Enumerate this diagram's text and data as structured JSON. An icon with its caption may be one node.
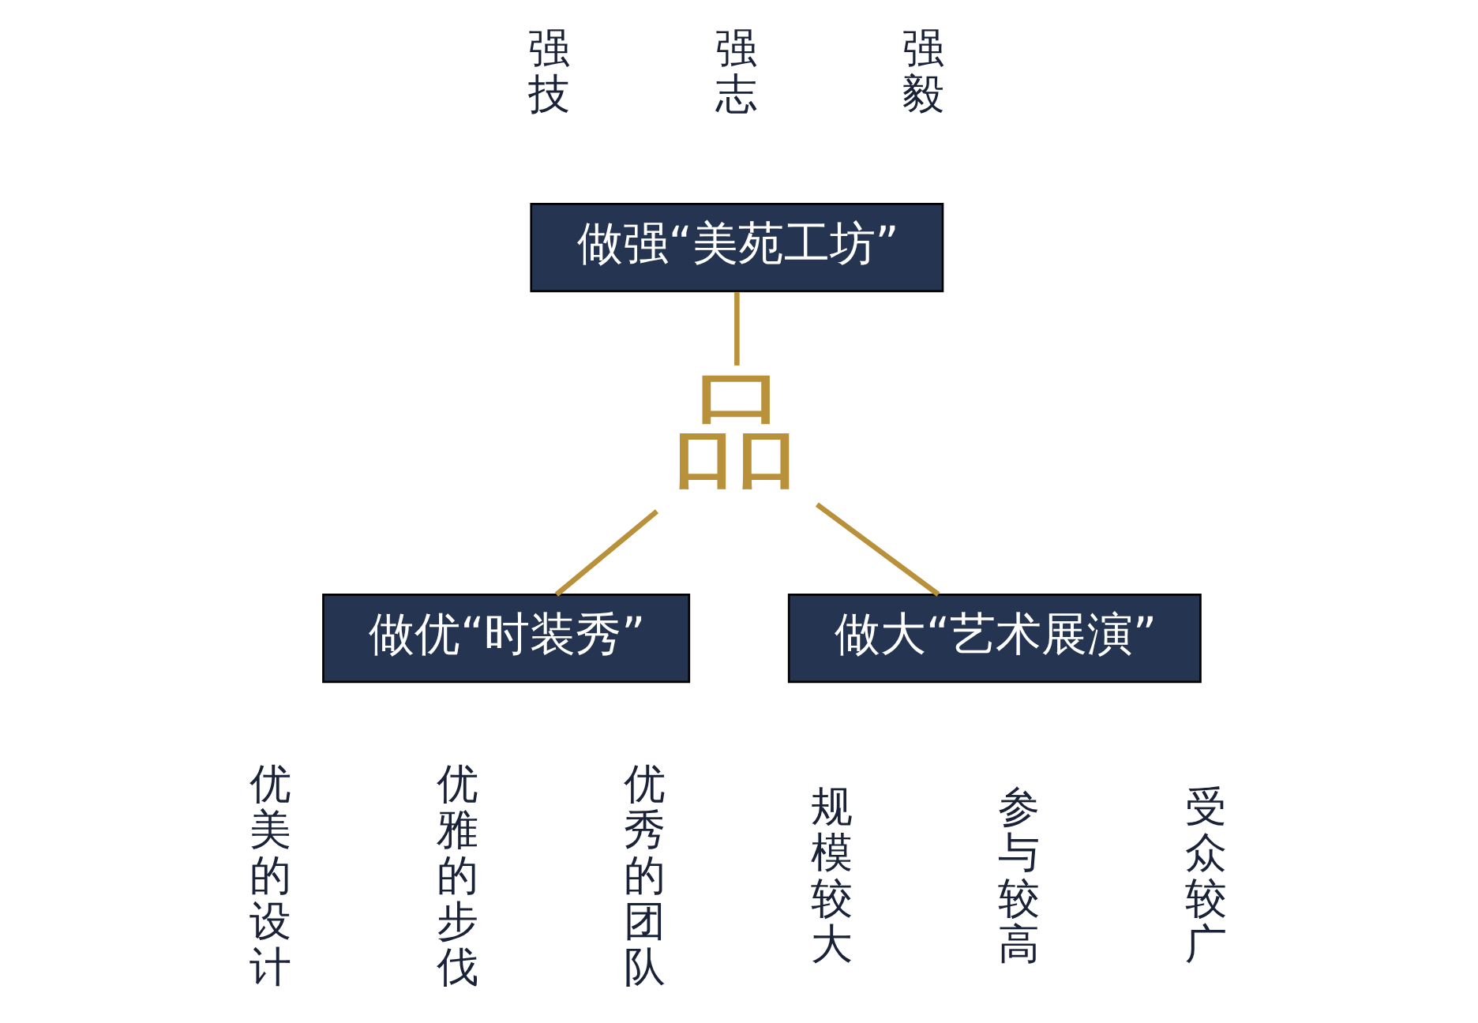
{
  "diagram": {
    "nodes": [
      {
        "text": [
          "做强“美苑工坊”"
        ],
        "beside": [
          "强技",
          "强志",
          "强毅"
        ]
      },
      {
        "text": [
          "品"
        ]
      },
      {
        "text": [
          "做优“时装秀”"
        ],
        "beside": [
          "优美的设计",
          "优雅的步伐",
          "优秀的团队"
        ]
      },
      {
        "text": [
          "做大“艺术展演”"
        ],
        "beside": [
          "规模较大",
          "参与较高",
          "受众较广"
        ]
      }
    ],
    "edges": [
      {
        "from": 0,
        "to": 1,
        "arrow": "none"
      },
      {
        "from": 1,
        "to": 2,
        "arrow": "none"
      },
      {
        "from": 1,
        "to": 3,
        "arrow": "none"
      }
    ]
  }
}
